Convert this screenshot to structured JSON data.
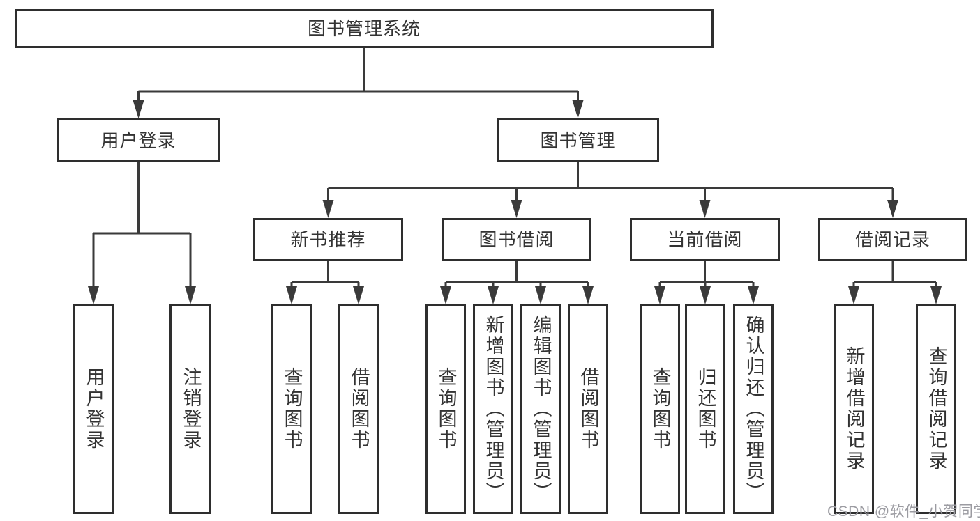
{
  "diagram": {
    "tree": {
      "root": {
        "label": "图书管理系统"
      },
      "children": [
        {
          "label": "用户登录",
          "children": [
            {
              "label": "用户登录"
            },
            {
              "label": "注销登录"
            }
          ]
        },
        {
          "label": "图书管理",
          "children": [
            {
              "label": "新书推荐",
              "children": [
                {
                  "label": "查询图书"
                },
                {
                  "label": "借阅图书"
                }
              ]
            },
            {
              "label": "图书借阅",
              "children": [
                {
                  "label": "查询图书"
                },
                {
                  "label": "新增图书（管理员）"
                },
                {
                  "label": "编辑图书（管理员）"
                },
                {
                  "label": "借阅图书"
                }
              ]
            },
            {
              "label": "当前借阅",
              "children": [
                {
                  "label": "查询图书"
                },
                {
                  "label": "归还图书"
                },
                {
                  "label": "确认归还（管理员）"
                }
              ]
            },
            {
              "label": "借阅记录",
              "children": [
                {
                  "label": "新增借阅记录"
                },
                {
                  "label": "查询借阅记录"
                }
              ]
            }
          ]
        }
      ]
    },
    "colors": {
      "line": "#3a3a3a",
      "box_border": "#2e2e2e",
      "text": "#333333",
      "background": "#ffffff",
      "watermark_text": "#9b9ba1"
    }
  },
  "watermark": {
    "text": "CSDN @软件_小贺同学"
  }
}
